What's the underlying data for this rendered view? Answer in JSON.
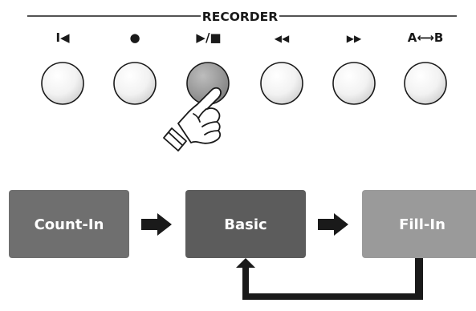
{
  "recorder": {
    "heading": "RECORDER",
    "buttons": [
      {
        "id": "reset",
        "symbol": "I◀",
        "icon": "skip-to-start-icon",
        "pressed": false
      },
      {
        "id": "record",
        "symbol": "●",
        "icon": "record-icon",
        "pressed": false
      },
      {
        "id": "play-stop",
        "symbol": "▶/■",
        "icon": "play-stop-icon",
        "pressed": true
      },
      {
        "id": "rewind",
        "symbol": "◀◀",
        "icon": "rewind-icon",
        "pressed": false
      },
      {
        "id": "fast-forward",
        "symbol": "▶▶",
        "icon": "fast-forward-icon",
        "pressed": false
      },
      {
        "id": "ab-repeat",
        "symbol": "A⟷B",
        "icon": "ab-repeat-icon",
        "pressed": false
      }
    ],
    "hand_icon": "pointing-hand-icon"
  },
  "sequence": {
    "steps": [
      {
        "label": "Count-In",
        "color": "#6f6f6f"
      },
      {
        "label": "Basic",
        "color": "#5c5c5c"
      },
      {
        "label": "Fill-In",
        "color": "#9a9a9a"
      }
    ],
    "loop_arrow": "loop-back-arrow"
  }
}
